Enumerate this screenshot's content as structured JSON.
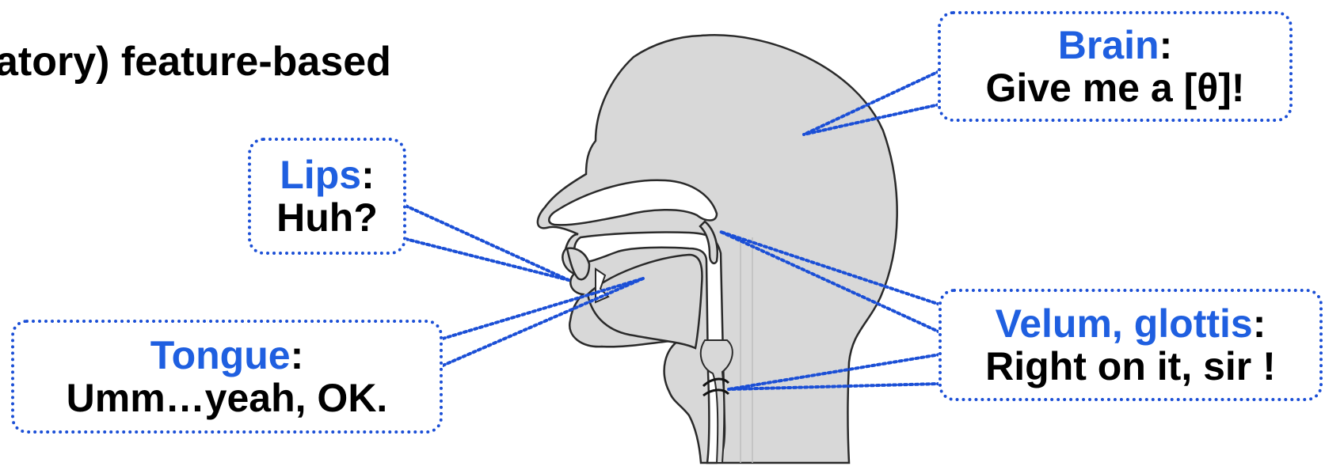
{
  "heading": "atory) feature-based",
  "colors": {
    "accent": "#1f5fe0",
    "dotted_line": "#1b4fd6",
    "head_fill": "#d8d8d8",
    "outline": "#2a2a2a"
  },
  "bubbles": {
    "brain": {
      "speaker": "Brain",
      "colon": ":",
      "text": "Give me a [θ]!"
    },
    "lips": {
      "speaker": "Lips",
      "colon": ":",
      "text": "Huh?"
    },
    "tongue": {
      "speaker": "Tongue",
      "colon": ":",
      "text": "Umm…yeah, OK."
    },
    "velum": {
      "speaker": "Velum, glottis",
      "colon": ":",
      "text": "Right on it, sir !"
    }
  },
  "figure": {
    "icon": "head-sagittal-section-icon"
  }
}
